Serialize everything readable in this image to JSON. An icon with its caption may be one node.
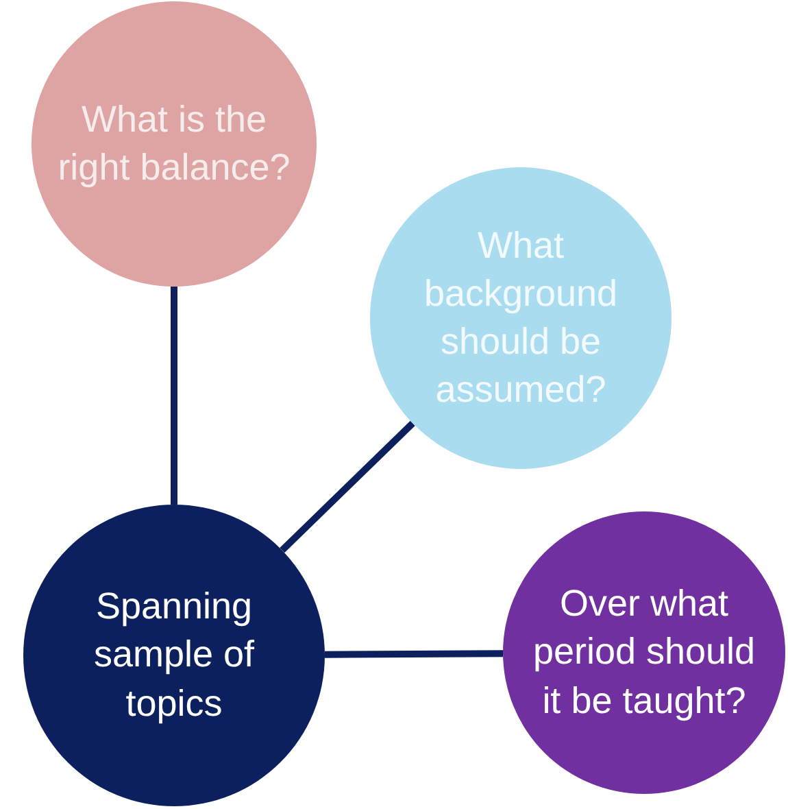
{
  "diagram": {
    "nodes": [
      {
        "text": [
          "What is the right balance?"
        ]
      },
      {
        "text": [
          "What background should be assumed?"
        ]
      },
      {
        "text": [
          "Spanning sample of topics"
        ]
      },
      {
        "text": [
          "Over what period should it be taught?"
        ]
      }
    ],
    "edges": [
      {
        "from": 2,
        "to": 0,
        "arrow": "none"
      },
      {
        "from": 2,
        "to": 1,
        "arrow": "none"
      },
      {
        "from": 2,
        "to": 3,
        "arrow": "none"
      }
    ]
  }
}
